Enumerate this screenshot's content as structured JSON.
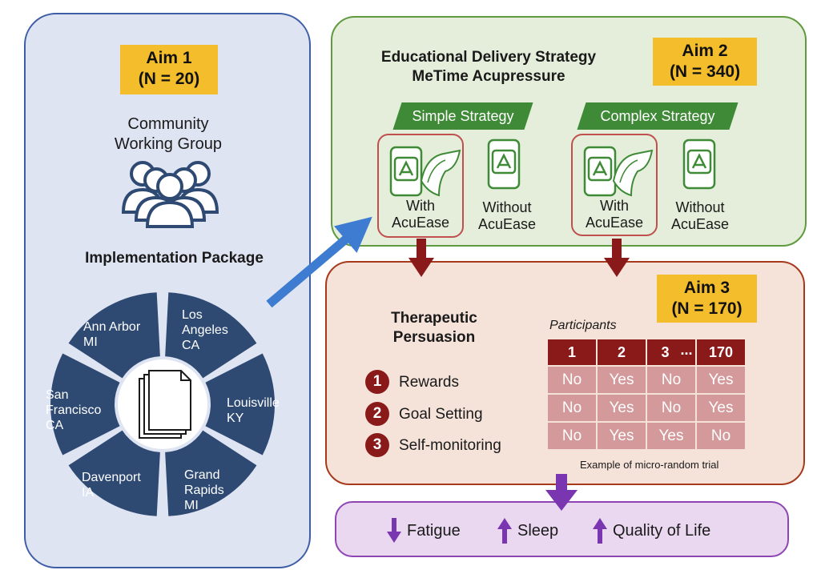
{
  "aim1": {
    "label": "Aim 1",
    "n": "(N = 20)",
    "group_line1": "Community",
    "group_line2": "Working Group",
    "package_title": "Implementation Package",
    "sites": [
      {
        "line1": "Los",
        "line2": "Angeles",
        "line3": "CA"
      },
      {
        "line1": "Louisville",
        "line2": "KY",
        "line3": ""
      },
      {
        "line1": "Grand",
        "line2": "Rapids",
        "line3": "MI"
      },
      {
        "line1": "Davenport",
        "line2": "IA",
        "line3": ""
      },
      {
        "line1": "San",
        "line2": "Francisco",
        "line3": "CA"
      },
      {
        "line1": "Ann Arbor",
        "line2": "MI",
        "line3": ""
      }
    ]
  },
  "aim2": {
    "label": "Aim 2",
    "n": "(N = 340)",
    "title_line1": "Educational Delivery Strategy",
    "title_line2": "MeTime Acupressure",
    "simple_strategy": "Simple Strategy",
    "complex_strategy": "Complex Strategy",
    "with_line1": "With",
    "with_line2": "AcuEase",
    "without_line1": "Without",
    "without_line2": "AcuEase"
  },
  "aim3": {
    "label": "Aim 3",
    "n": "(N = 170)",
    "title_line1": "Therapeutic",
    "title_line2": "Persuasion",
    "strategies": [
      {
        "num": "1",
        "name": "Rewards"
      },
      {
        "num": "2",
        "name": "Goal Setting"
      },
      {
        "num": "3",
        "name": "Self-monitoring"
      }
    ],
    "participants_label": "Participants",
    "table_headers": [
      "1",
      "2",
      "3",
      "170"
    ],
    "ellipsis": "...",
    "table_rows": [
      [
        "No",
        "Yes",
        "No",
        "Yes"
      ],
      [
        "No",
        "Yes",
        "No",
        "Yes"
      ],
      [
        "No",
        "Yes",
        "Yes",
        "No"
      ]
    ],
    "caption": "Example of micro-random trial"
  },
  "outcomes": [
    {
      "direction": "down",
      "label": "Fatigue"
    },
    {
      "direction": "up",
      "label": "Sleep"
    },
    {
      "direction": "up",
      "label": "Quality of Life"
    }
  ],
  "colors": {
    "navy": "#2e4a73",
    "green": "#3e8a36",
    "maroon": "#8a1a1a",
    "gold": "#f3bd2b",
    "purple": "#7a35b0",
    "blue_arrow": "#3d7cd0"
  },
  "icons": [
    "people-group-icon",
    "documents-icon",
    "phone-app-icon",
    "acupressure-device-icon"
  ]
}
